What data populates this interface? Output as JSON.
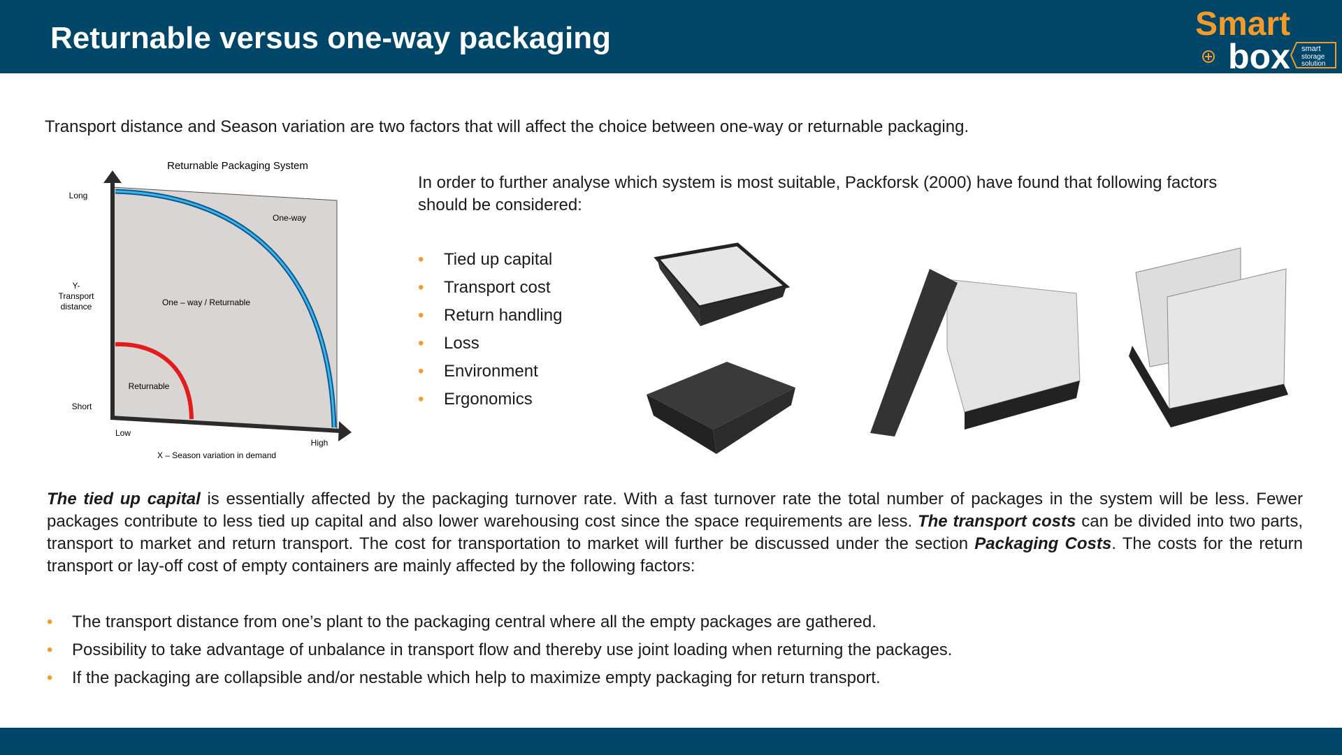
{
  "header": {
    "title": "Returnable versus one-way packaging",
    "logo": {
      "word1": "Smart",
      "word2": "box",
      "tagline": "smart storage solution"
    }
  },
  "intro": "Transport distance and Season variation are two factors that will affect the choice between one-way or returnable packaging.",
  "diagram": {
    "title": "Returnable Packaging System",
    "y_label_1": "Y-",
    "y_label_2": "Transport",
    "y_label_3": "distance",
    "y_long": "Long",
    "y_short": "Short",
    "x_low": "Low",
    "x_high": "High",
    "x_label": "X – Season variation in demand",
    "region_oneway": "One-way",
    "region_mixed": "One – way / Returnable",
    "region_returnable": "Returnable",
    "colors": {
      "oneway_curve": "#2aa3e0",
      "returnable_curve": "#e31b1b",
      "panel": "#d8d5d2"
    }
  },
  "factors": {
    "intro": "In order to further analyse which system is most suitable, Packforsk (2000) have found that following factors should be considered:",
    "items": [
      "Tied up capital",
      "Transport cost",
      "Return handling",
      "Loss",
      "Environment",
      "Ergonomics"
    ]
  },
  "body": {
    "s1_bold": "The tied up capital",
    "s1": " is essentially affected by the packaging turnover rate. With a fast turnover rate the total number of packages in the system will be less. Fewer packages contribute to less tied up capital and also lower warehousing cost since the space requirements are less. ",
    "s2_bold": "The transport costs",
    "s2": " can be divided into two parts, transport to market and return transport. The cost for transportation to market will further be discussed under the section ",
    "s3_bold": "Packaging Costs",
    "s3": ". The costs for the return transport or lay-off cost of empty containers are mainly affected by the following factors:"
  },
  "return_factors": [
    "The transport distance from one’s plant to the packaging central where all the empty packages are gathered.",
    "Possibility to take advantage of unbalance in transport flow and thereby use joint loading when returning the packages.",
    "If the packaging are collapsible and/or nestable which help to maximize empty packaging for return transport."
  ],
  "colors": {
    "brand_blue": "#004669",
    "accent_orange": "#f39a2b"
  }
}
